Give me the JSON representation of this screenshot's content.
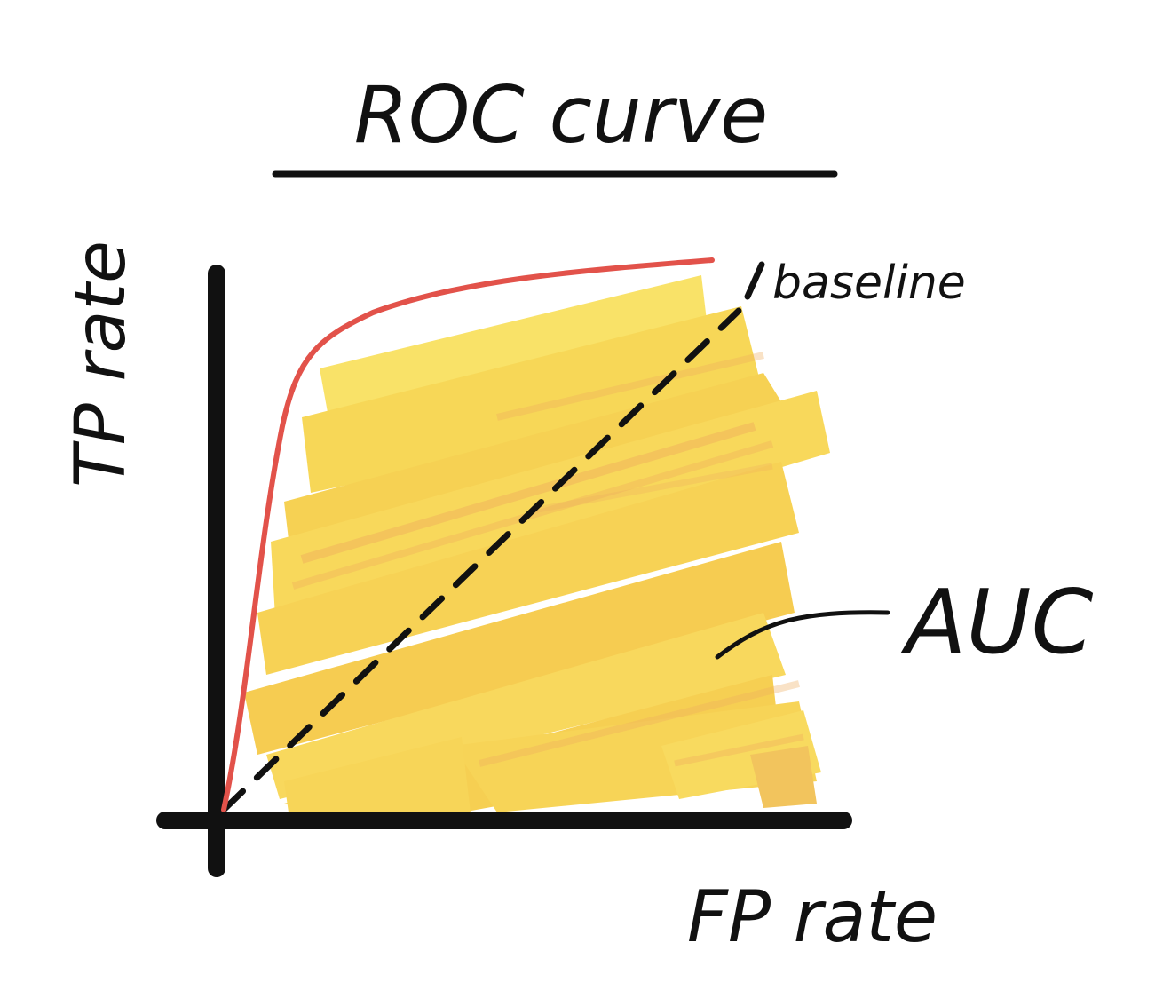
{
  "title": "ROC curve",
  "y_axis_label": "TP rate",
  "x_axis_label": "FP rate",
  "baseline_label": "baseline",
  "auc_label": "AUC",
  "colors": {
    "curve": "#e2524a",
    "highlight": "#f7cc2e",
    "highlight_light": "#fae45e",
    "highlight_dark": "#f0a838",
    "ink": "#111111"
  }
}
